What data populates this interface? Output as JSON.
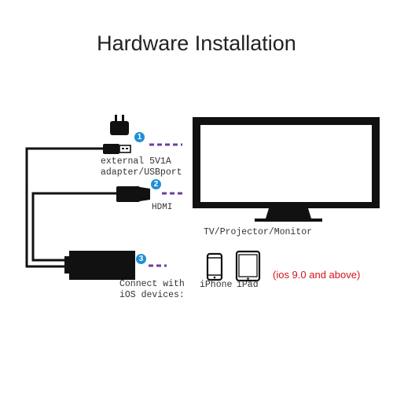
{
  "title": "Hardware Installation",
  "steps": [
    {
      "number": "1",
      "label_line1": "external 5V1A",
      "label_line2": "adapter/USBport"
    },
    {
      "number": "2",
      "label": "HDMI"
    },
    {
      "number": "3",
      "label_line1": "Connect with",
      "label_line2": "iOS devices:"
    }
  ],
  "tv_label": "TV/Projector/Monitor",
  "devices": {
    "iphone_label": "iPhone",
    "ipad_label": "iPad"
  },
  "compat_note": "(ios 9.0 and above)",
  "colors": {
    "badge": "#1f8fd6",
    "dashed_line": "#6b3fa0",
    "note": "#d4141c",
    "device": "#111111"
  },
  "icons": [
    "power-plug-icon",
    "usb-plug-icon",
    "hdmi-plug-icon",
    "adapter-icon",
    "tv-icon",
    "iphone-icon",
    "ipad-icon"
  ]
}
